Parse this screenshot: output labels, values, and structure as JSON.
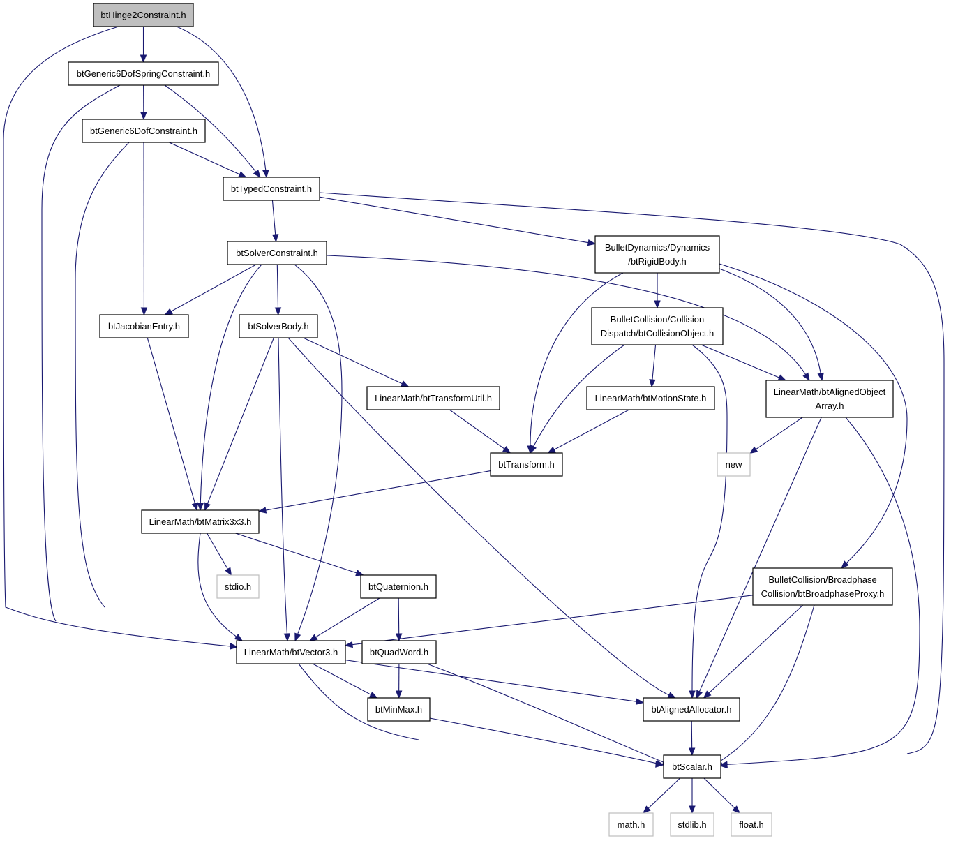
{
  "nodes": [
    {
      "id": "hinge2",
      "lines": [
        "btHinge2Constraint.h"
      ],
      "style": "root"
    },
    {
      "id": "g6spring",
      "lines": [
        "btGeneric6DofSpringConstraint.h"
      ],
      "style": "normal"
    },
    {
      "id": "g6",
      "lines": [
        "btGeneric6DofConstraint.h"
      ],
      "style": "normal"
    },
    {
      "id": "typed",
      "lines": [
        "btTypedConstraint.h"
      ],
      "style": "normal"
    },
    {
      "id": "solverc",
      "lines": [
        "btSolverConstraint.h"
      ],
      "style": "normal"
    },
    {
      "id": "rigid",
      "lines": [
        "BulletDynamics/Dynamics",
        "/btRigidBody.h"
      ],
      "style": "normal"
    },
    {
      "id": "jacob",
      "lines": [
        "btJacobianEntry.h"
      ],
      "style": "normal"
    },
    {
      "id": "solverb",
      "lines": [
        "btSolverBody.h"
      ],
      "style": "normal"
    },
    {
      "id": "collobj",
      "lines": [
        "BulletCollision/Collision",
        "Dispatch/btCollisionObject.h"
      ],
      "style": "normal"
    },
    {
      "id": "tutil",
      "lines": [
        "LinearMath/btTransformUtil.h"
      ],
      "style": "normal"
    },
    {
      "id": "motion",
      "lines": [
        "LinearMath/btMotionState.h"
      ],
      "style": "normal"
    },
    {
      "id": "aoa",
      "lines": [
        "LinearMath/btAlignedObject",
        "Array.h"
      ],
      "style": "normal"
    },
    {
      "id": "transform",
      "lines": [
        "btTransform.h"
      ],
      "style": "normal"
    },
    {
      "id": "new",
      "lines": [
        "new"
      ],
      "style": "external"
    },
    {
      "id": "matrix",
      "lines": [
        "LinearMath/btMatrix3x3.h"
      ],
      "style": "normal"
    },
    {
      "id": "stdio",
      "lines": [
        "stdio.h"
      ],
      "style": "external"
    },
    {
      "id": "quat",
      "lines": [
        "btQuaternion.h"
      ],
      "style": "normal"
    },
    {
      "id": "bproxy",
      "lines": [
        "BulletCollision/Broadphase",
        "Collision/btBroadphaseProxy.h"
      ],
      "style": "normal"
    },
    {
      "id": "vector",
      "lines": [
        "LinearMath/btVector3.h"
      ],
      "style": "normal"
    },
    {
      "id": "quadw",
      "lines": [
        "btQuadWord.h"
      ],
      "style": "normal"
    },
    {
      "id": "minmax",
      "lines": [
        "btMinMax.h"
      ],
      "style": "normal"
    },
    {
      "id": "alloc",
      "lines": [
        "btAlignedAllocator.h"
      ],
      "style": "normal"
    },
    {
      "id": "scalar",
      "lines": [
        "btScalar.h"
      ],
      "style": "normal"
    },
    {
      "id": "math",
      "lines": [
        "math.h"
      ],
      "style": "external"
    },
    {
      "id": "stdlib",
      "lines": [
        "stdlib.h"
      ],
      "style": "external"
    },
    {
      "id": "float",
      "lines": [
        "float.h"
      ],
      "style": "external"
    }
  ],
  "edges": [
    [
      "hinge2",
      "g6spring"
    ],
    [
      "hinge2",
      "typed"
    ],
    [
      "hinge2",
      "vector"
    ],
    [
      "g6spring",
      "g6"
    ],
    [
      "g6spring",
      "typed"
    ],
    [
      "g6spring",
      "vector"
    ],
    [
      "g6",
      "typed"
    ],
    [
      "g6",
      "jacob"
    ],
    [
      "g6",
      "vector"
    ],
    [
      "typed",
      "solverc"
    ],
    [
      "typed",
      "rigid"
    ],
    [
      "typed",
      "scalar"
    ],
    [
      "solverc",
      "jacob"
    ],
    [
      "solverc",
      "solverb"
    ],
    [
      "solverc",
      "matrix"
    ],
    [
      "solverc",
      "vector"
    ],
    [
      "solverc",
      "aoa"
    ],
    [
      "rigid",
      "collobj"
    ],
    [
      "rigid",
      "transform"
    ],
    [
      "rigid",
      "aoa"
    ],
    [
      "rigid",
      "bproxy"
    ],
    [
      "jacob",
      "matrix"
    ],
    [
      "solverb",
      "tutil"
    ],
    [
      "solverb",
      "matrix"
    ],
    [
      "solverb",
      "vector"
    ],
    [
      "solverb",
      "alloc"
    ],
    [
      "collobj",
      "motion"
    ],
    [
      "collobj",
      "transform"
    ],
    [
      "collobj",
      "aoa"
    ],
    [
      "collobj",
      "alloc"
    ],
    [
      "tutil",
      "transform"
    ],
    [
      "motion",
      "transform"
    ],
    [
      "aoa",
      "new"
    ],
    [
      "aoa",
      "alloc"
    ],
    [
      "aoa",
      "scalar"
    ],
    [
      "transform",
      "matrix"
    ],
    [
      "matrix",
      "stdio"
    ],
    [
      "matrix",
      "quat"
    ],
    [
      "matrix",
      "vector"
    ],
    [
      "quat",
      "vector"
    ],
    [
      "quat",
      "quadw"
    ],
    [
      "bproxy",
      "vector"
    ],
    [
      "bproxy",
      "alloc"
    ],
    [
      "bproxy",
      "scalar"
    ],
    [
      "vector",
      "minmax"
    ],
    [
      "vector",
      "alloc"
    ],
    [
      "vector",
      "scalar"
    ],
    [
      "quadw",
      "minmax"
    ],
    [
      "quadw",
      "scalar"
    ],
    [
      "minmax",
      "scalar"
    ],
    [
      "alloc",
      "scalar"
    ],
    [
      "scalar",
      "math"
    ],
    [
      "scalar",
      "stdlib"
    ],
    [
      "scalar",
      "float"
    ]
  ],
  "colors": {
    "edge": "#191970",
    "node_border": "#000000",
    "external_border": "#bfbfbf",
    "root_fill": "#bfbfbf",
    "node_fill": "#ffffff"
  }
}
